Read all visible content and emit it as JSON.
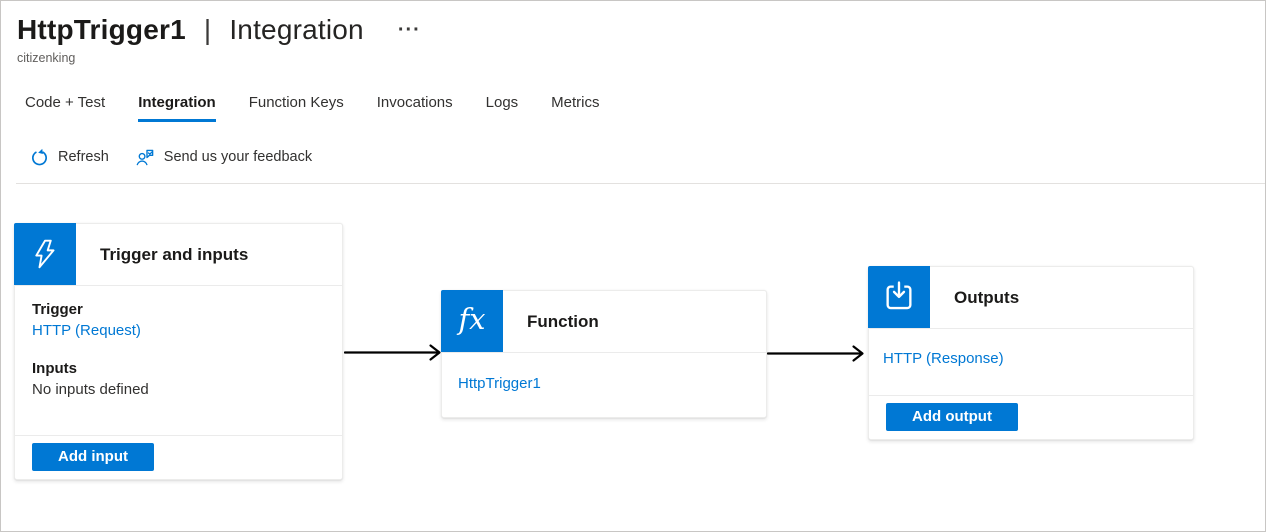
{
  "header": {
    "title_primary": "HttpTrigger1",
    "title_separator": "|",
    "title_secondary": "Integration",
    "more_icon_glyph": "···",
    "subtitle": "citizenking"
  },
  "tabs": [
    {
      "label": "Code + Test",
      "active": false
    },
    {
      "label": "Integration",
      "active": true
    },
    {
      "label": "Function Keys",
      "active": false
    },
    {
      "label": "Invocations",
      "active": false
    },
    {
      "label": "Logs",
      "active": false
    },
    {
      "label": "Metrics",
      "active": false
    }
  ],
  "toolbar": {
    "refresh_label": "Refresh",
    "feedback_label": "Send us your feedback"
  },
  "diagram": {
    "trigger_card": {
      "title": "Trigger and inputs",
      "icon": "lightning-bolt-icon",
      "trigger_section_label": "Trigger",
      "trigger_link": "HTTP (Request)",
      "inputs_section_label": "Inputs",
      "inputs_empty_text": "No inputs defined",
      "add_button_label": "Add input"
    },
    "function_card": {
      "title": "Function",
      "icon": "fx-icon",
      "fx_glyph": "fx",
      "function_link": "HttpTrigger1"
    },
    "outputs_card": {
      "title": "Outputs",
      "icon": "output-download-icon",
      "output_link": "HTTP (Response)",
      "add_button_label": "Add output"
    }
  },
  "colors": {
    "accent_blue": "#0078d4",
    "link_blue": "#0078d4",
    "text_dark": "#1b1a19",
    "text_secondary": "#605e5c",
    "divider": "#e3e1df",
    "arrow": "#000000",
    "card_background": "#ffffff"
  }
}
